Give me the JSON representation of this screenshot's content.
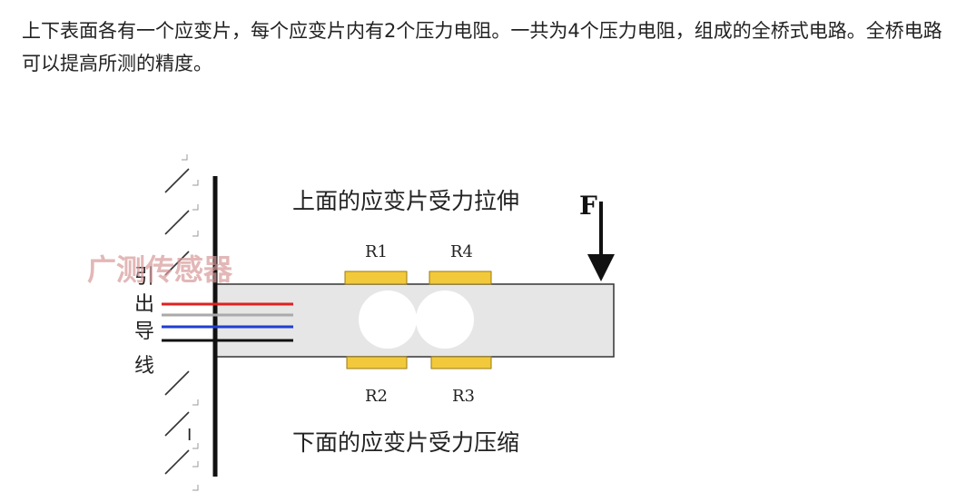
{
  "intro_text": "上下表面各有一个应变片，每个应变片内有2个压力电阻。一共为4个压力电阻，组成的全桥式电路。全桥电路可以提高所测的精度。",
  "figure": {
    "top_caption": "上面的应变片受力拉伸",
    "bottom_caption": "下面的应变片受力压缩",
    "force_label": "F",
    "watermark": "广测传感器",
    "lead_wire_chars": [
      "引",
      "出",
      "导",
      "线"
    ],
    "resistors": {
      "r1": "R1",
      "r4": "R4",
      "r2": "R2",
      "r3": "R3"
    },
    "wall_label": "I",
    "colors": {
      "beam": "#e6e6e6",
      "gauge": "#f2c93a",
      "wire_red": "#e02020",
      "wire_blue": "#1f3fd0",
      "wire_black": "#111111",
      "watermark": "#d89a9a"
    }
  }
}
